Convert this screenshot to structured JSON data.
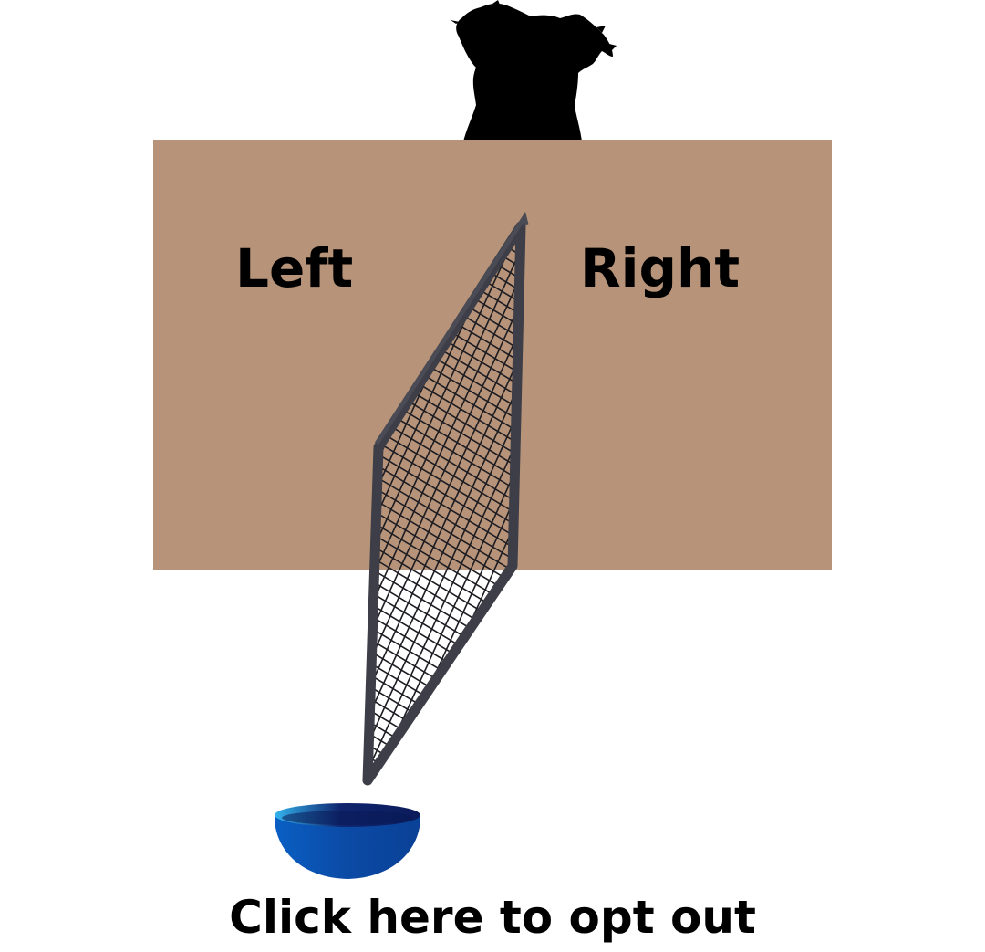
{
  "labels": {
    "left": "Left",
    "right": "Right"
  },
  "opt_out": {
    "label": "Click here to opt out"
  },
  "colors": {
    "board": "#b79479",
    "gate_frame": "#3d3e47",
    "gate_mesh": "#1c1c22",
    "dog": "#000000",
    "bowl_outer": "#0a4ea8",
    "bowl_rim": "#11226b",
    "bowl_highlight": "#2aa7e8"
  },
  "icons": {
    "dog": "dog-silhouette-icon",
    "gate": "mesh-gate-icon",
    "bowl": "food-bowl-icon"
  }
}
